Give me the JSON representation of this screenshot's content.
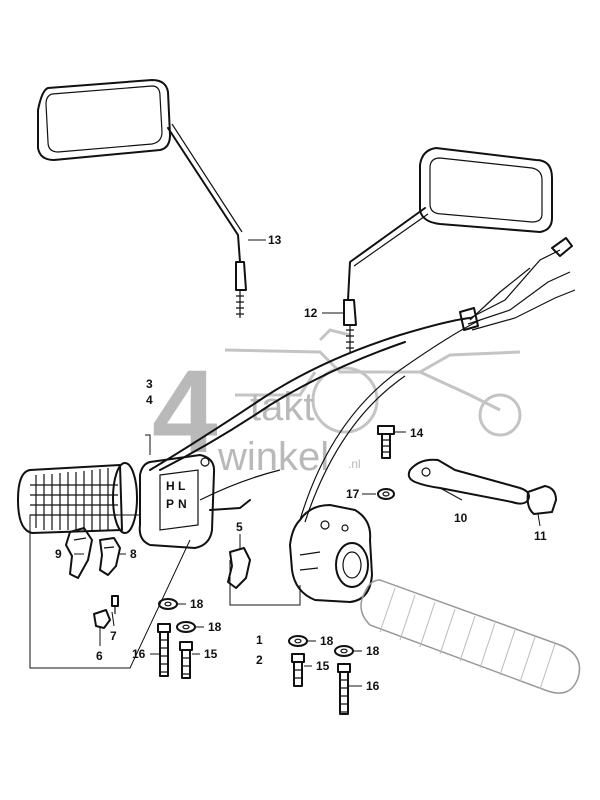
{
  "watermark": {
    "number": "4",
    "line1": "takt",
    "line2": "winkel",
    "suffix": ".nl"
  },
  "callouts": {
    "c1": "1",
    "c2": "2",
    "c3": "3",
    "c4": "4",
    "c5": "5",
    "c6": "6",
    "c7": "7",
    "c8": "8",
    "c9": "9",
    "c10": "10",
    "c11": "11",
    "c12": "12",
    "c13": "13",
    "c14": "14",
    "c15a": "15",
    "c15b": "15",
    "c16a": "16",
    "c16b": "16",
    "c17": "17",
    "c18a": "18",
    "c18b": "18",
    "c18c": "18",
    "c18d": "18"
  },
  "switch_marks": {
    "m1": "H",
    "m2": "L",
    "m3": "P",
    "m4": "N"
  }
}
